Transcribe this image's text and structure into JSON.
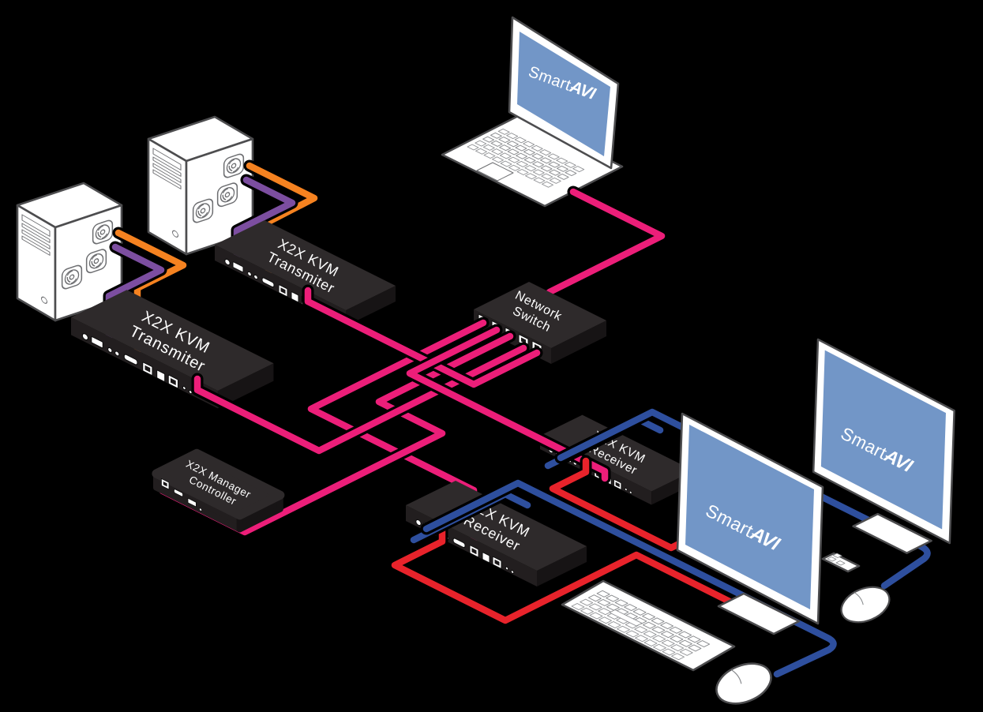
{
  "branding": {
    "logo_prefix": "Smart-",
    "logo_suffix": "AVI"
  },
  "devices": {
    "transmitter_1": {
      "line1": "X2X KVM",
      "line2": "Transmiter"
    },
    "transmitter_2": {
      "line1": "X2X KVM",
      "line2": "Transmiter"
    },
    "network_switch": {
      "line1": "Network",
      "line2": "Switch"
    },
    "manager_controller": {
      "line1": "X2X Manager",
      "line2": "Controller"
    },
    "receiver_1": {
      "line1": "X2X KVM",
      "line2": "Receiver"
    },
    "receiver_2": {
      "line1": "X2X KVM",
      "line2": "Receiver"
    }
  },
  "colors": {
    "pink": "#ec1e79",
    "red": "#e8232b",
    "blue": "#2e4f9e",
    "orange": "#f58220",
    "purple": "#7c4ea0",
    "screen": "#7296c7",
    "device_top": "#2e2a2b",
    "device_front": "#221e1f",
    "device_side": "#171415",
    "outline": "#4d4d4f",
    "background": "#000000"
  }
}
